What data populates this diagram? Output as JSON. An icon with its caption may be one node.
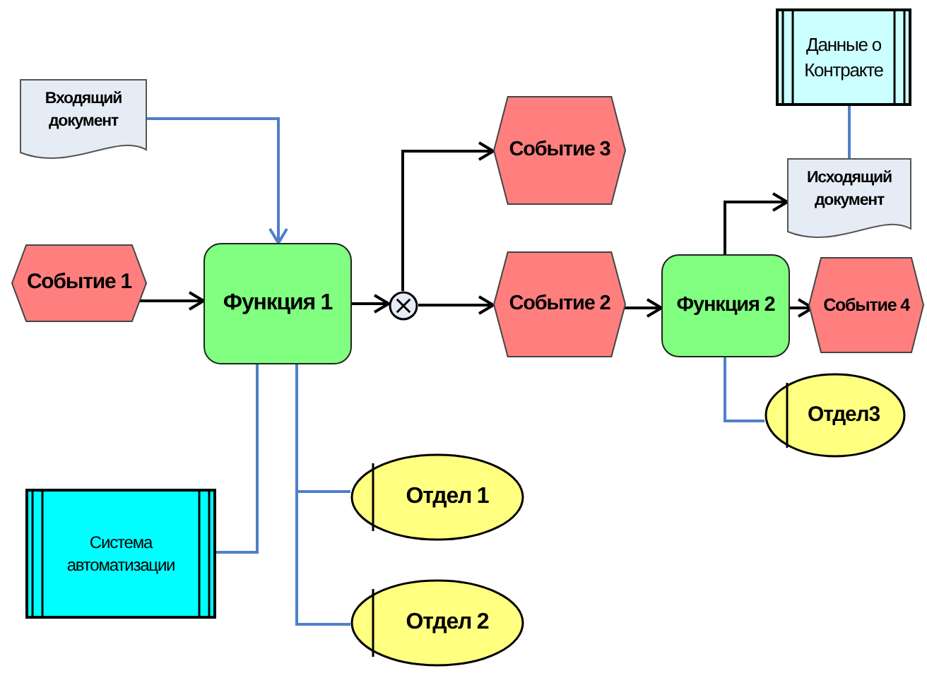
{
  "diagram": {
    "nodes": [
      {
        "text": [
          "Входящий документ"
        ]
      },
      {
        "text": [
          "Событие 1"
        ]
      },
      {
        "text": [
          "Функция 1"
        ]
      },
      {
        "text": [],
        "shape": "circle"
      },
      {
        "text": [
          "Событие 3"
        ]
      },
      {
        "text": [
          "Событие 2"
        ]
      },
      {
        "text": [
          "Функция 2"
        ]
      },
      {
        "text": [
          "Событие 4"
        ]
      },
      {
        "text": [
          "Данные о Контракте"
        ]
      },
      {
        "text": [
          "Исходящий документ"
        ]
      },
      {
        "text": [
          "Отдел3"
        ]
      },
      {
        "text": [
          "Система автоматизации"
        ]
      },
      {
        "text": [
          "Отдел 1"
        ]
      },
      {
        "text": [
          "Отдел 2"
        ]
      }
    ],
    "edges": [
      {
        "from": 0,
        "to": 2,
        "arrow": "to",
        "color": "#4f7fc9"
      },
      {
        "from": 1,
        "to": 2,
        "arrow": "to"
      },
      {
        "from": 2,
        "to": 3,
        "arrow": "to"
      },
      {
        "from": 3,
        "to": 4,
        "arrow": "to"
      },
      {
        "from": 3,
        "to": 5,
        "arrow": "to"
      },
      {
        "from": 5,
        "to": 6,
        "arrow": "to"
      },
      {
        "from": 6,
        "to": 7,
        "arrow": "to"
      },
      {
        "from": 6,
        "to": 9,
        "arrow": "to"
      },
      {
        "from": 8,
        "to": 9,
        "arrow": "none",
        "color": "#4f7fc9"
      },
      {
        "from": 6,
        "to": 10,
        "arrow": "none",
        "color": "#4f7fc9"
      },
      {
        "from": 2,
        "to": 11,
        "arrow": "none",
        "color": "#4f7fc9"
      },
      {
        "from": 2,
        "to": 12,
        "arrow": "none",
        "color": "#4f7fc9"
      },
      {
        "from": 2,
        "to": 13,
        "arrow": "none",
        "color": "#4f7fc9"
      }
    ]
  }
}
